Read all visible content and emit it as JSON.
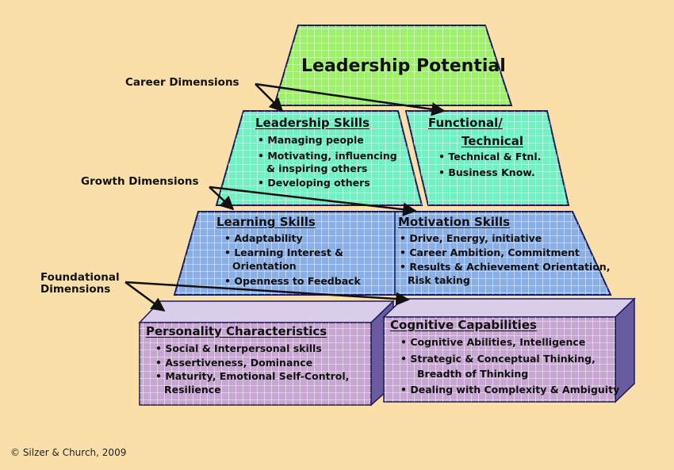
{
  "title": "Leadership Potential",
  "dimensions": {
    "career": "Career Dimensions",
    "growth": "Growth Dimensions",
    "foundational_line1": "Foundational",
    "foundational_line2": "Dimensions"
  },
  "leadership_skills": {
    "heading": "Leadership Skills",
    "items": [
      "Managing people",
      "Motivating, influencing",
      "& inspiring others",
      "Developing others"
    ]
  },
  "functional": {
    "heading_line1": "Functional/",
    "heading_line2": "Technical",
    "items": [
      "Technical & Ftnl.",
      "Business Know."
    ]
  },
  "learning_skills": {
    "heading": "Learning Skills",
    "items": [
      "Adaptability",
      "Learning Interest &",
      "Orientation",
      "Openness to Feedback"
    ]
  },
  "motivation_skills": {
    "heading": "Motivation Skills",
    "items": [
      "Drive, Energy, initiative",
      "Career Ambition, Commitment",
      "Results & Achievement Orientation,",
      "Risk taking"
    ]
  },
  "personality": {
    "heading": "Personality Characteristics",
    "items": [
      "Social & Interpersonal skills",
      "Assertiveness, Dominance",
      "Maturity, Emotional Self-Control,",
      "Resilience"
    ]
  },
  "cognitive": {
    "heading": "Cognitive Capabilities",
    "items": [
      "Cognitive Abilities, Intelligence",
      "Strategic & Conceptual Thinking,",
      "Breadth of Thinking",
      "Dealing with Complexity & Ambiguity"
    ]
  },
  "copyright": "© Silzer & Church, 2009",
  "colors": {
    "background": "#fbdfaa",
    "top_tier": "#9ef06a",
    "career_tier": "#72f0c4",
    "growth_tier": "#8aaee6",
    "foundation_tier": "#c8a6d2",
    "grid_line": "#ffffff"
  }
}
